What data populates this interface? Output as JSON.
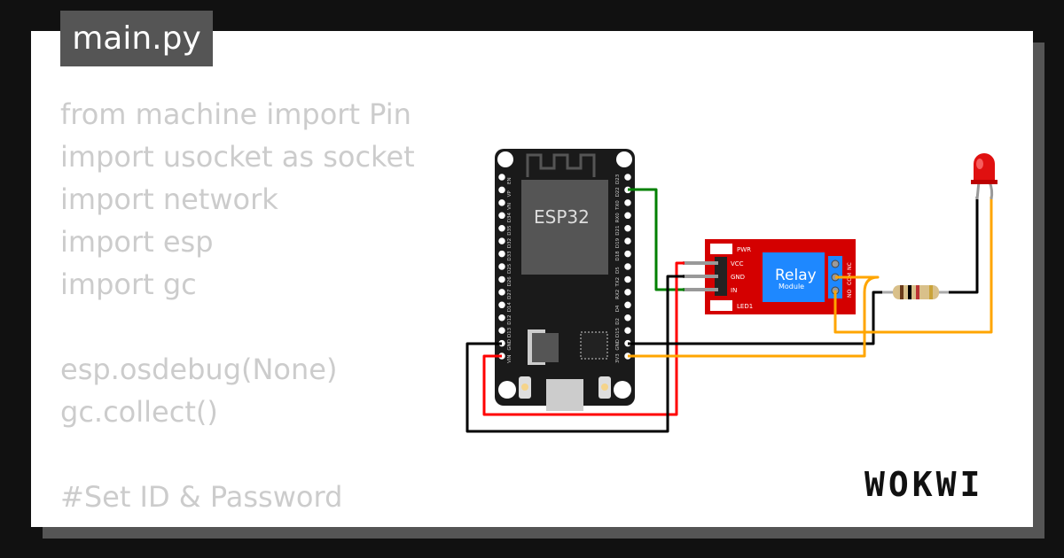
{
  "file_tab": {
    "label": "main.py"
  },
  "code_lines": [
    "from machine import Pin",
    "import usocket as socket",
    "import network",
    "import esp",
    "import gc",
    "",
    "esp.osdebug(None)",
    "gc.collect()",
    "",
    "#Set ID & Password"
  ],
  "esp32": {
    "label": "ESP32",
    "left_pins": [
      "EN",
      "VP",
      "VN",
      "D34",
      "D35",
      "D32",
      "D33",
      "D25",
      "D26",
      "D27",
      "D14",
      "D12",
      "D13",
      "GND",
      "VIN"
    ],
    "right_pins": [
      "D23",
      "D22",
      "TX0",
      "RX0",
      "D21",
      "D19",
      "D18",
      "D5",
      "TX2",
      "RX2",
      "D4",
      "D2",
      "D15",
      "GND",
      "3V3"
    ]
  },
  "relay": {
    "title": "Relay",
    "subtitle": "Module",
    "pins": [
      "VCC",
      "GND",
      "IN"
    ],
    "leds": [
      "PWR",
      "LED1"
    ],
    "terminals": [
      "NO",
      "COM",
      "NC"
    ]
  },
  "logo": "WOKWI",
  "colors": {
    "wire_green": "#008000",
    "wire_red": "#ff0000",
    "wire_black": "#000000",
    "wire_orange": "#ffa500",
    "relay_board": "#d40000",
    "relay_block": "#1e88ff"
  }
}
